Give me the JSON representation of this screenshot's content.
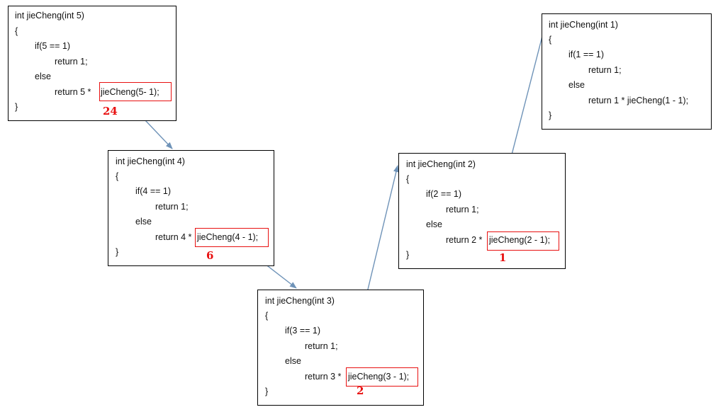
{
  "colors": {
    "box_border": "#000000",
    "highlight": "#e81010",
    "result_text": "#e81010",
    "arrow": "#6f93b8"
  },
  "boxes": [
    {
      "id": "n5",
      "lines": [
        "int jieCheng(int 5)",
        "{",
        "if(5 == 1)",
        "return 1;",
        "else",
        "return 5 * ",
        "}"
      ],
      "call_text": "jieCheng(5- 1);",
      "result": "24"
    },
    {
      "id": "n4",
      "lines": [
        "int jieCheng(int 4)",
        "{",
        "if(4 == 1)",
        "return 1;",
        "else",
        "return 4 * ",
        "}"
      ],
      "call_text": "jieCheng(4 - 1);",
      "result": "6"
    },
    {
      "id": "n3",
      "lines": [
        "int jieCheng(int 3)",
        "{",
        "if(3 == 1)",
        "return 1;",
        "else",
        "return 3 * ",
        "}"
      ],
      "call_text": "jieCheng(3 - 1);",
      "result": "2"
    },
    {
      "id": "n2",
      "lines": [
        "int jieCheng(int 2)",
        "{",
        "if(2 == 1)",
        "return 1;",
        "else",
        "return 2 * ",
        "}"
      ],
      "call_text": "jieCheng(2 - 1);",
      "result": "1"
    },
    {
      "id": "n1",
      "lines": [
        "int jieCheng(int 1)",
        "{",
        "if(1 == 1)",
        "return 1;",
        "else",
        "return 1 * jieCheng(1 - 1);",
        "}"
      ],
      "call_text": "",
      "result": ""
    }
  ],
  "arrows": [
    {
      "from": "n5",
      "to": "n4"
    },
    {
      "from": "n4",
      "to": "n3"
    },
    {
      "from": "n3",
      "to": "n2"
    },
    {
      "from": "n2",
      "to": "n1"
    }
  ]
}
